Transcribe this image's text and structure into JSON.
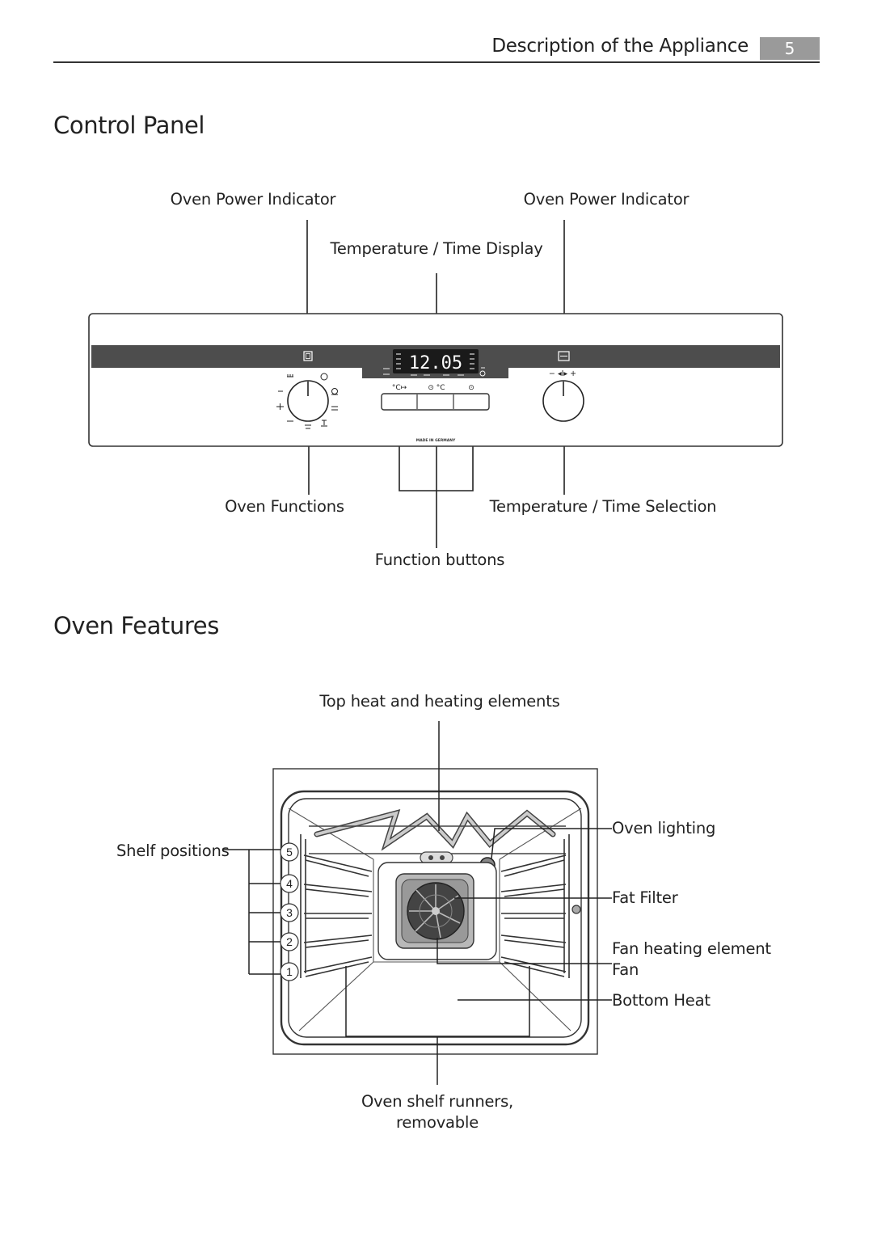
{
  "header": {
    "section_title": "Description of the Appliance",
    "page_number": "5"
  },
  "control_panel": {
    "title": "Control Panel",
    "labels": {
      "power_indicator_left": "Oven Power Indicator",
      "power_indicator_right": "Oven Power Indicator",
      "temp_time_display": "Temperature / Time Display",
      "oven_functions": "Oven Functions",
      "temp_time_selection": "Temperature / Time Selection",
      "function_buttons": "Function buttons"
    },
    "display_readout": "12.05",
    "made_in": "MADE IN GERMANY",
    "button_symbols": [
      "°C↦",
      "⊙ °C",
      "⊙"
    ],
    "dial_marks": "− ◂I▸ +"
  },
  "oven_features": {
    "title": "Oven Features",
    "labels": {
      "top_heat": "Top heat and heating elements",
      "shelf_positions": "Shelf positions",
      "oven_lighting": "Oven lighting",
      "fat_filter": "Fat Filter",
      "fan_heating": "Fan heating element",
      "fan": "Fan",
      "bottom_heat": "Bottom Heat",
      "runners_line1": "Oven shelf runners,",
      "runners_line2": "removable"
    },
    "shelf_numbers": [
      "5",
      "4",
      "3",
      "2",
      "1"
    ]
  }
}
